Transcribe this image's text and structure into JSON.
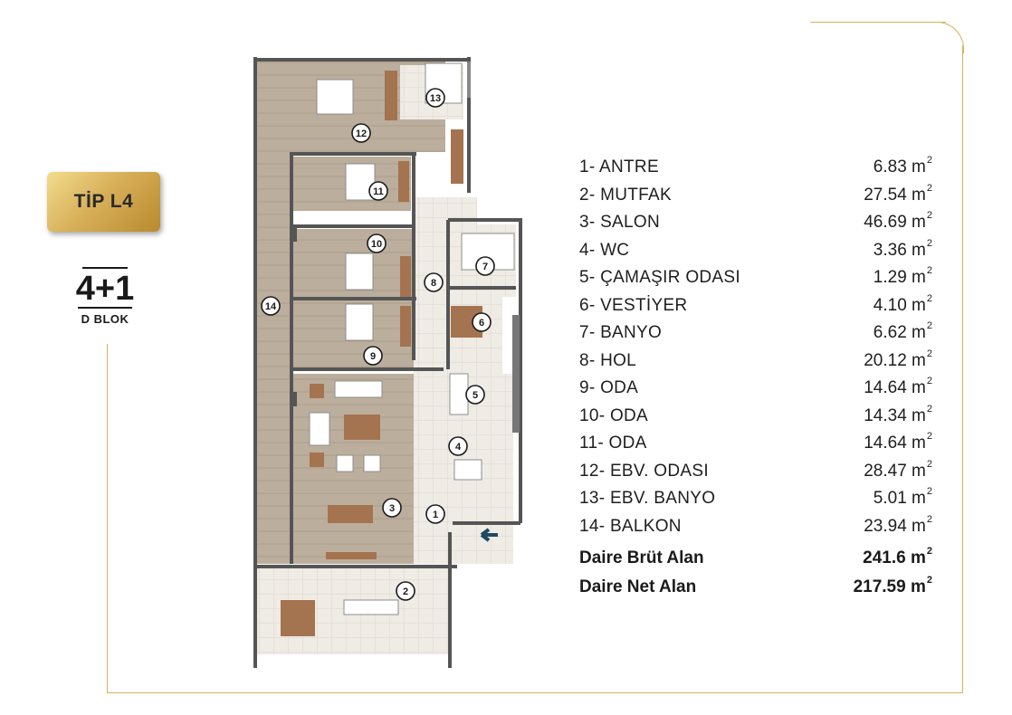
{
  "badge": {
    "label": "TİP L4"
  },
  "unit": {
    "type": "4+1",
    "block": "D BLOK"
  },
  "plan": {
    "room_numbers": [
      "1",
      "2",
      "3",
      "4",
      "5",
      "6",
      "7",
      "8",
      "9",
      "10",
      "11",
      "12",
      "13",
      "14"
    ]
  },
  "legend": {
    "rooms": [
      {
        "name": "1- ANTRE",
        "value": "6.83 m",
        "unit_power": "2"
      },
      {
        "name": "2- MUTFAK",
        "value": "27.54 m",
        "unit_power": "2"
      },
      {
        "name": "3- SALON",
        "value": "46.69 m",
        "unit_power": "2"
      },
      {
        "name": "4- WC",
        "value": "3.36 m",
        "unit_power": "2"
      },
      {
        "name": "5- ÇAMAŞIR ODASI",
        "value": "1.29 m",
        "unit_power": "2"
      },
      {
        "name": "6- VESTİYER",
        "value": "4.10 m",
        "unit_power": "2"
      },
      {
        "name": "7- BANYO",
        "value": "6.62 m",
        "unit_power": "2"
      },
      {
        "name": "8- HOL",
        "value": "20.12 m",
        "unit_power": "2"
      },
      {
        "name": "9- ODA",
        "value": "14.64 m",
        "unit_power": "2"
      },
      {
        "name": "10- ODA",
        "value": "14.34 m",
        "unit_power": "2"
      },
      {
        "name": "11- ODA",
        "value": "14.64 m",
        "unit_power": "2"
      },
      {
        "name": "12- EBV. ODASI",
        "value": "28.47 m",
        "unit_power": "2"
      },
      {
        "name": "13- EBV. BANYO",
        "value": "5.01 m",
        "unit_power": "2"
      },
      {
        "name": "14- BALKON",
        "value": "23.94 m",
        "unit_power": "2"
      }
    ],
    "totals": [
      {
        "name": "Daire Brüt Alan",
        "value": "241.6 m",
        "unit_power": "2"
      },
      {
        "name": "Daire Net Alan",
        "value": "217.59 m",
        "unit_power": "2"
      }
    ]
  },
  "colors": {
    "accent": "#d9b25a",
    "wood": "#b9ab9a",
    "tile": "#eeeae3",
    "wall": "#555555"
  }
}
